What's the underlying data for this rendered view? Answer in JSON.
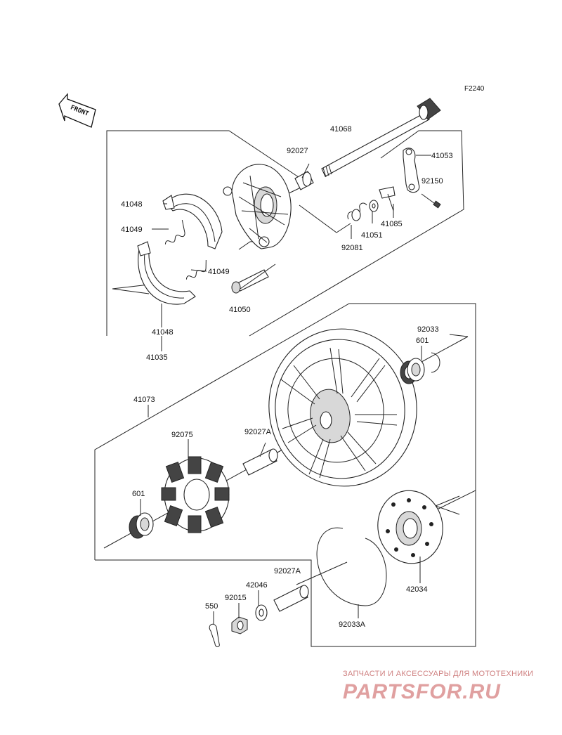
{
  "figure_code": "F2240",
  "front_indicator": "FRONT",
  "labels": {
    "p41068": "41068",
    "p92027": "92027",
    "p41053": "41053",
    "p92150": "92150",
    "p41048_top": "41048",
    "p41049_top": "41049",
    "p41049_bot": "41049",
    "p41085": "41085",
    "p41051": "41051",
    "p92081": "92081",
    "p41050": "41050",
    "p41048_bot": "41048",
    "p41035": "41035",
    "p92033": "92033",
    "p601_right": "601",
    "p41073": "41073",
    "p92075": "92075",
    "p92027A_top": "92027A",
    "p601_left": "601",
    "p42034": "42034",
    "p92027A_bot": "92027A",
    "p42046": "42046",
    "p550": "550",
    "p92015": "92015",
    "p92033A": "92033A"
  },
  "watermark": {
    "tagline": "ЗАПЧАСТИ И АКСЕССУАРЫ ДЛЯ МОТОТЕХНИКИ",
    "brand": "PARTSFOR.RU"
  }
}
